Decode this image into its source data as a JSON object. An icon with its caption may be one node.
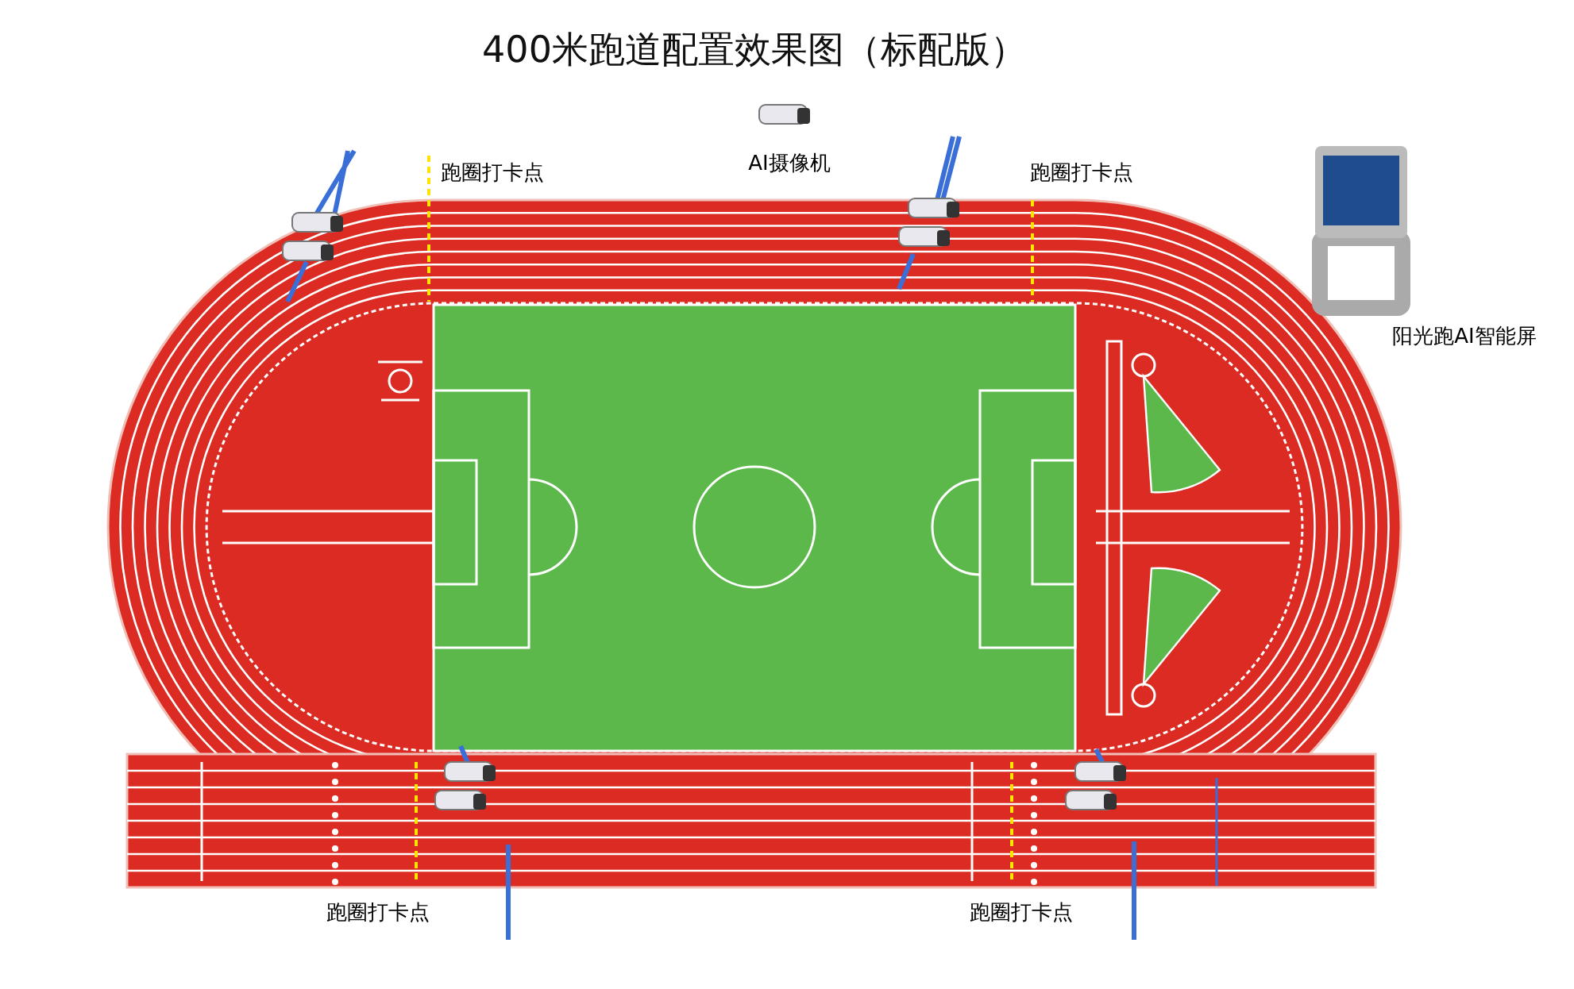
{
  "diagram": {
    "title": "400米跑道配置效果图（标配版）",
    "labels": [
      "跑圈打卡点",
      "AI摄像机",
      "跑圈打卡点",
      "阳光跑AI智能屏",
      "跑圈打卡点",
      "跑圈打卡点"
    ]
  }
}
